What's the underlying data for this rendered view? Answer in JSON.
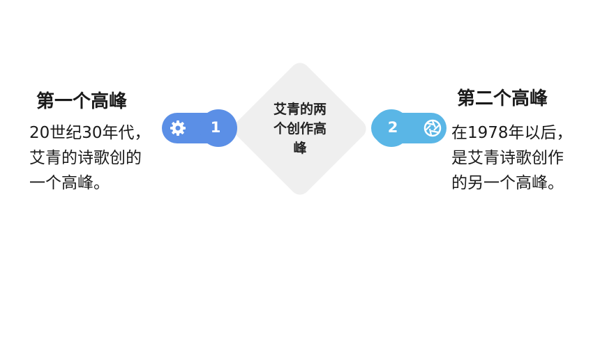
{
  "slide": {
    "center": {
      "lines": [
        "艾青的两",
        "个创作高",
        "峰"
      ]
    },
    "left": {
      "number": "1",
      "icon": "gear-icon",
      "color": "#5b8fe6",
      "heading": "第一个高峰",
      "desc_lines": [
        "20世纪30年代，",
        "艾青的诗歌创的",
        "一个高峰。"
      ]
    },
    "right": {
      "number": "2",
      "icon": "aperture-icon",
      "color": "#5ab6e6",
      "heading": "第二个高峰",
      "desc_lines": [
        "在1978年以后，",
        "是艾青诗歌创作",
        "的另一个高峰。"
      ]
    }
  }
}
